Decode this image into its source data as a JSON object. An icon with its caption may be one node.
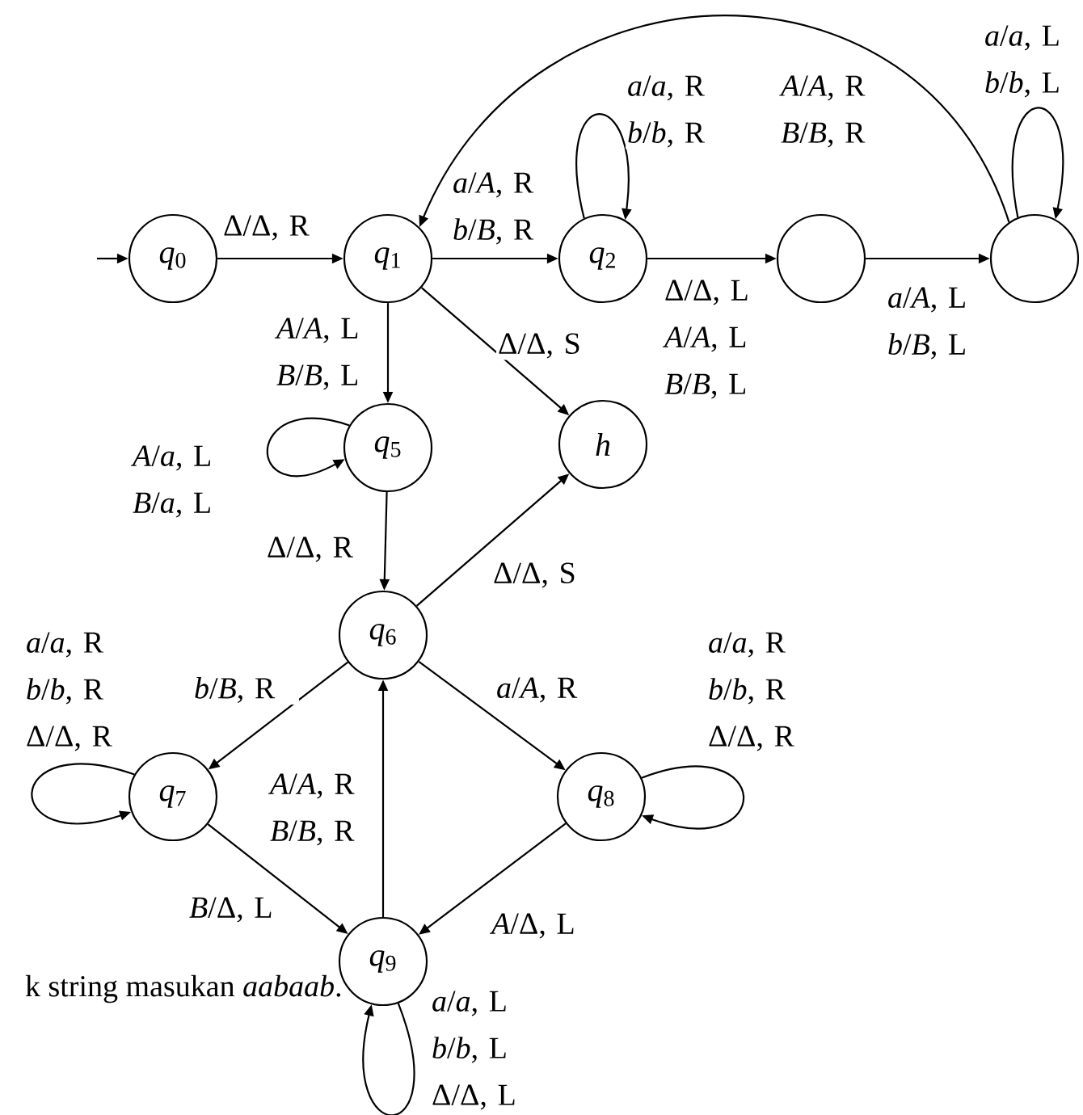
{
  "diagram": {
    "nodes": [
      {
        "text": [
          "*q*$_{0}$"
        ]
      },
      {
        "text": [
          "*q*$_{1}$"
        ]
      },
      {
        "text": [
          "*q*$_{2}$"
        ]
      },
      {
        "text": [],
        "shape": "circle"
      },
      {
        "text": [],
        "shape": "circle"
      },
      {
        "text": [
          "*h*"
        ]
      },
      {
        "text": [
          "*q*$_{5}$"
        ]
      },
      {
        "text": [
          "*q*$_{6}$"
        ]
      },
      {
        "text": [
          "*q*$_{7}$"
        ]
      },
      {
        "text": [
          "*q*$_{8}$"
        ]
      },
      {
        "text": [
          "*q*$_{9}$"
        ]
      }
    ],
    "edges": [
      {
        "from": null,
        "to": 0,
        "arrow": "to"
      },
      {
        "from": 0,
        "to": 1,
        "arrow": "to",
        "label": "Δ/Δ, R"
      },
      {
        "from": 1,
        "to": 2,
        "arrow": "to",
        "label": "*a*/*A*, R *b*/*B*, R"
      },
      {
        "from": 2,
        "to": 2,
        "arrow": "to",
        "label": "*a*/*a*, R *b*/*b*, R"
      },
      {
        "from": 2,
        "to": 3,
        "arrow": "to",
        "label": "Δ/Δ, L *A*/*A*, L *B*/*B*, L"
      },
      {
        "from": 3,
        "to": 4,
        "arrow": "to",
        "label": "*a*/*A*, L *b*/*B*, L"
      },
      {
        "from": 4,
        "to": 4,
        "arrow": "to",
        "label": "*a*/*a*, L *b*/*b*, L"
      },
      {
        "from": 4,
        "to": 1,
        "arrow": "to",
        "label": "*A*/*A*, R *B*/*B*, R"
      },
      {
        "from": 1,
        "to": 6,
        "arrow": "to",
        "label": "*A*/*A*, L *B*/*B*, L"
      },
      {
        "from": 1,
        "to": 5,
        "arrow": "to",
        "label": "Δ/Δ, S"
      },
      {
        "from": 6,
        "to": 6,
        "arrow": "to",
        "label": "*A*/*a*, L *B*/*a*, L"
      },
      {
        "from": 6,
        "to": 7,
        "arrow": "to",
        "label": "Δ/Δ, R"
      },
      {
        "from": 7,
        "to": 5,
        "arrow": "to",
        "label": "Δ/Δ, S"
      },
      {
        "from": 7,
        "to": 8,
        "arrow": "to",
        "label": "*b*/*B*, R"
      },
      {
        "from": 7,
        "to": 9,
        "arrow": "to",
        "label": "*a*/*A*, R"
      },
      {
        "from": 8,
        "to": 8,
        "arrow": "to",
        "label": "*a*/*a*, R *b*/*b*, R Δ/Δ, R"
      },
      {
        "from": 9,
        "to": 9,
        "arrow": "to",
        "label": "*a*/*a*, R *b*/*b*, R Δ/Δ, R"
      },
      {
        "from": 8,
        "to": 10,
        "arrow": "to",
        "label": "*B*/Δ, L"
      },
      {
        "from": 9,
        "to": 10,
        "arrow": "to",
        "label": "*A*/Δ, L"
      },
      {
        "from": 10,
        "to": 7,
        "arrow": "to",
        "label": "*A*/*A*, R *B*/*B*, R"
      },
      {
        "from": 10,
        "to": 10,
        "arrow": "to",
        "label": "*a*/*a*, L *b*/*b*, L Δ/Δ, L"
      }
    ],
    "labels": [
      "k string masukan *aabaab*."
    ]
  }
}
